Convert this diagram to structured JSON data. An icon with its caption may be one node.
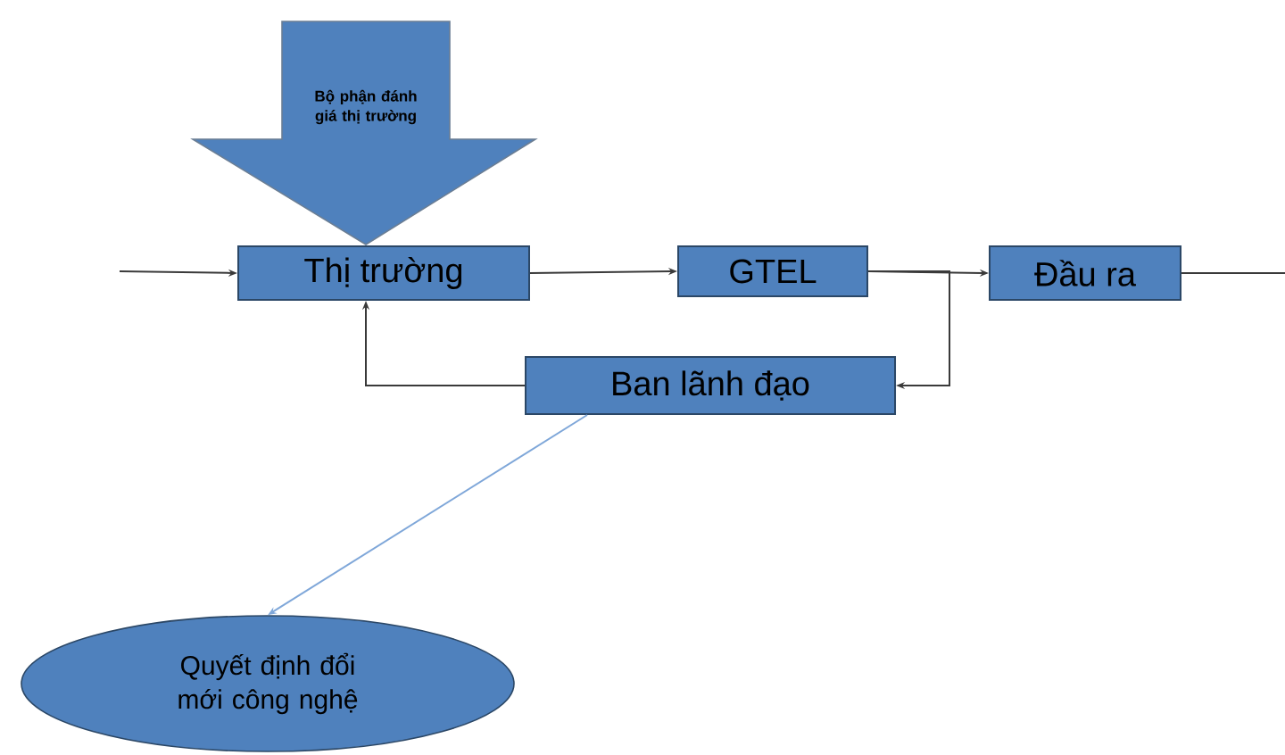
{
  "diagram": {
    "nodes": [
      {
        "text": [
          "Bộ phận đánh giá thị trường"
        ]
      },
      {
        "text": [
          "Thị trường"
        ]
      },
      {
        "text": [
          "GTEL"
        ]
      },
      {
        "text": [
          "Đầu ra"
        ]
      },
      {
        "text": [
          "Ban lãnh đạo"
        ]
      },
      {
        "text": [
          "Quyết định đổi mới công nghệ"
        ]
      }
    ],
    "edges": [
      {
        "from": null,
        "to": 1,
        "arrow": "to"
      },
      {
        "from": 1,
        "to": 2,
        "arrow": "to"
      },
      {
        "from": 2,
        "to": 3,
        "arrow": "to"
      },
      {
        "from": 3,
        "to": null,
        "arrow": "none"
      },
      {
        "from": 2,
        "to": 4,
        "arrow": "to"
      },
      {
        "from": 4,
        "to": 1,
        "arrow": "to"
      },
      {
        "from": 4,
        "to": 5,
        "arrow": "to",
        "color": "#7fa7d9"
      }
    ]
  }
}
